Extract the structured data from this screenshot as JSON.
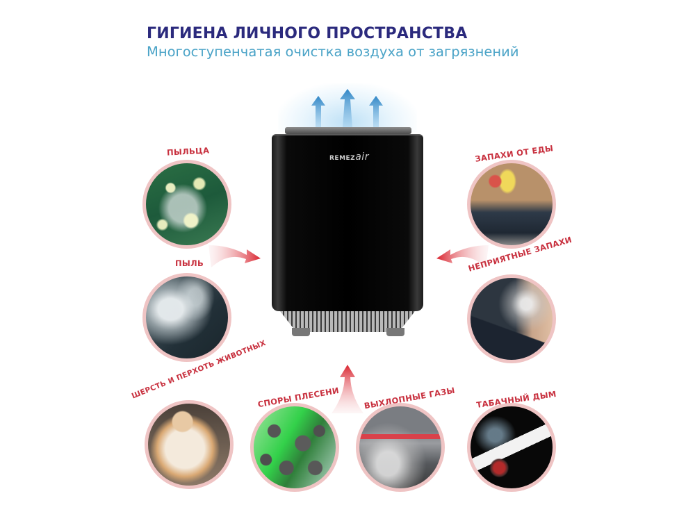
{
  "header": {
    "title": "ГИГИЕНА ЛИЧНОГО ПРОСТРАНСТВА",
    "subtitle": "Многоступенчатая очистка воздуха от загрязнений"
  },
  "product": {
    "brand_prefix": "REMEZ",
    "brand_suffix": "air",
    "body_color": "#000000",
    "airflow_arrow_color": "#3a8fc9"
  },
  "pollutants": [
    {
      "label": "ПЫЛЬЦА",
      "position": "left-top",
      "image": "pollen-flowers"
    },
    {
      "label": "ПЫЛЬ",
      "position": "left-middle",
      "image": "dust-cloud"
    },
    {
      "label": "ЗАПАХИ ОТ ЕДЫ",
      "position": "right-top",
      "image": "cooking-pan"
    },
    {
      "label": "НЕПРИЯТНЫЕ ЗАПАХИ",
      "position": "right-middle",
      "image": "vape-smoke"
    },
    {
      "label": "ШЕРСТЬ И ПЕРХОТЬ ЖИВОТНЫХ",
      "position": "bottom-1",
      "image": "fluffy-cat"
    },
    {
      "label": "СПОРЫ ПЛЕСЕНИ",
      "position": "bottom-2",
      "image": "mold-spores"
    },
    {
      "label": "ВЫХЛОПНЫЕ ГАЗЫ",
      "position": "bottom-3",
      "image": "car-exhaust"
    },
    {
      "label": "ТАБАЧНЫЙ ДЫМ",
      "position": "bottom-4",
      "image": "cigarette"
    }
  ],
  "colors": {
    "title": "#2b2a7d",
    "subtitle": "#4aa3c7",
    "label": "#c8313f",
    "circle_border": "#efc4c4",
    "intake_arrow": "#d9232e"
  }
}
